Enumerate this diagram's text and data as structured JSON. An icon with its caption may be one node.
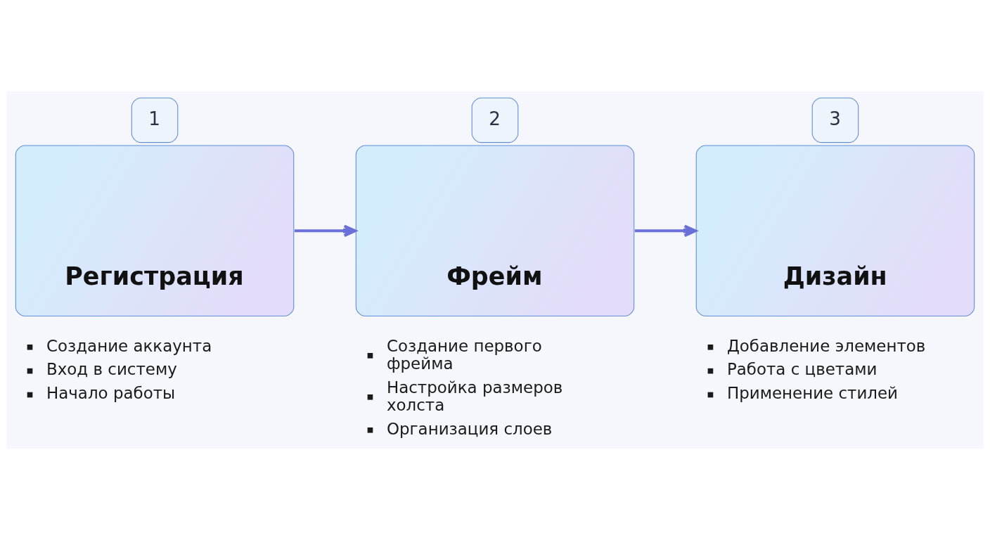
{
  "diagram": {
    "nodes": [
      {
        "text": [
          "1",
          "Регистрация"
        ],
        "beside": [
          "Создание аккаунта",
          "Вход в систему",
          "Начало работы"
        ]
      },
      {
        "text": [
          "2",
          "Фрейм"
        ],
        "beside": [
          "Создание первого фрейма",
          "Настройка размеров холста",
          "Организация слоев"
        ]
      },
      {
        "text": [
          "3",
          "Дизайн"
        ],
        "beside": [
          "Добавление элементов",
          "Работа с цветами",
          "Применение стилей"
        ]
      }
    ],
    "edges": [
      {
        "from": 0,
        "to": 1,
        "arrow": "to"
      },
      {
        "from": 1,
        "to": 2,
        "arrow": "to"
      }
    ]
  }
}
